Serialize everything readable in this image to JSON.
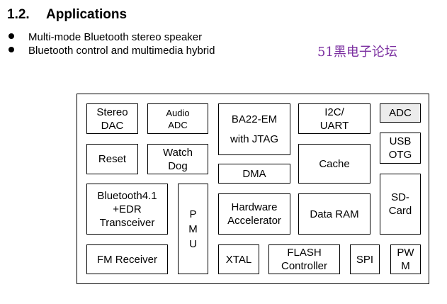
{
  "section": {
    "number": "1.2.",
    "title": "Applications"
  },
  "bullets": [
    "Multi-mode Bluetooth stereo speaker",
    "Bluetooth control and multimedia hybrid"
  ],
  "watermark": "51黑电子论坛",
  "blocks": {
    "stereo_dac": "Stereo\nDAC",
    "audio_adc": "Audio\nADC",
    "ba22_line1": "BA22-EM",
    "ba22_line2": "with JTAG",
    "i2c_uart": "I2C/\nUART",
    "adc": "ADC",
    "usb_otg": "USB\nOTG",
    "reset": "Reset",
    "watch_dog": "Watch\nDog",
    "dma": "DMA",
    "cache": "Cache",
    "bt_transceiver": "Bluetooth4.1\n+EDR\nTransceiver",
    "pmu": [
      "P",
      "M",
      "U"
    ],
    "hw_accel": "Hardware\nAccelerator",
    "data_ram": "Data RAM",
    "sd_card": "SD-\nCard",
    "fm_receiver": "FM Receiver",
    "xtal": "XTAL",
    "flash_ctrl": "FLASH\nController",
    "spi": "SPI",
    "pwm": "PW\nM"
  }
}
